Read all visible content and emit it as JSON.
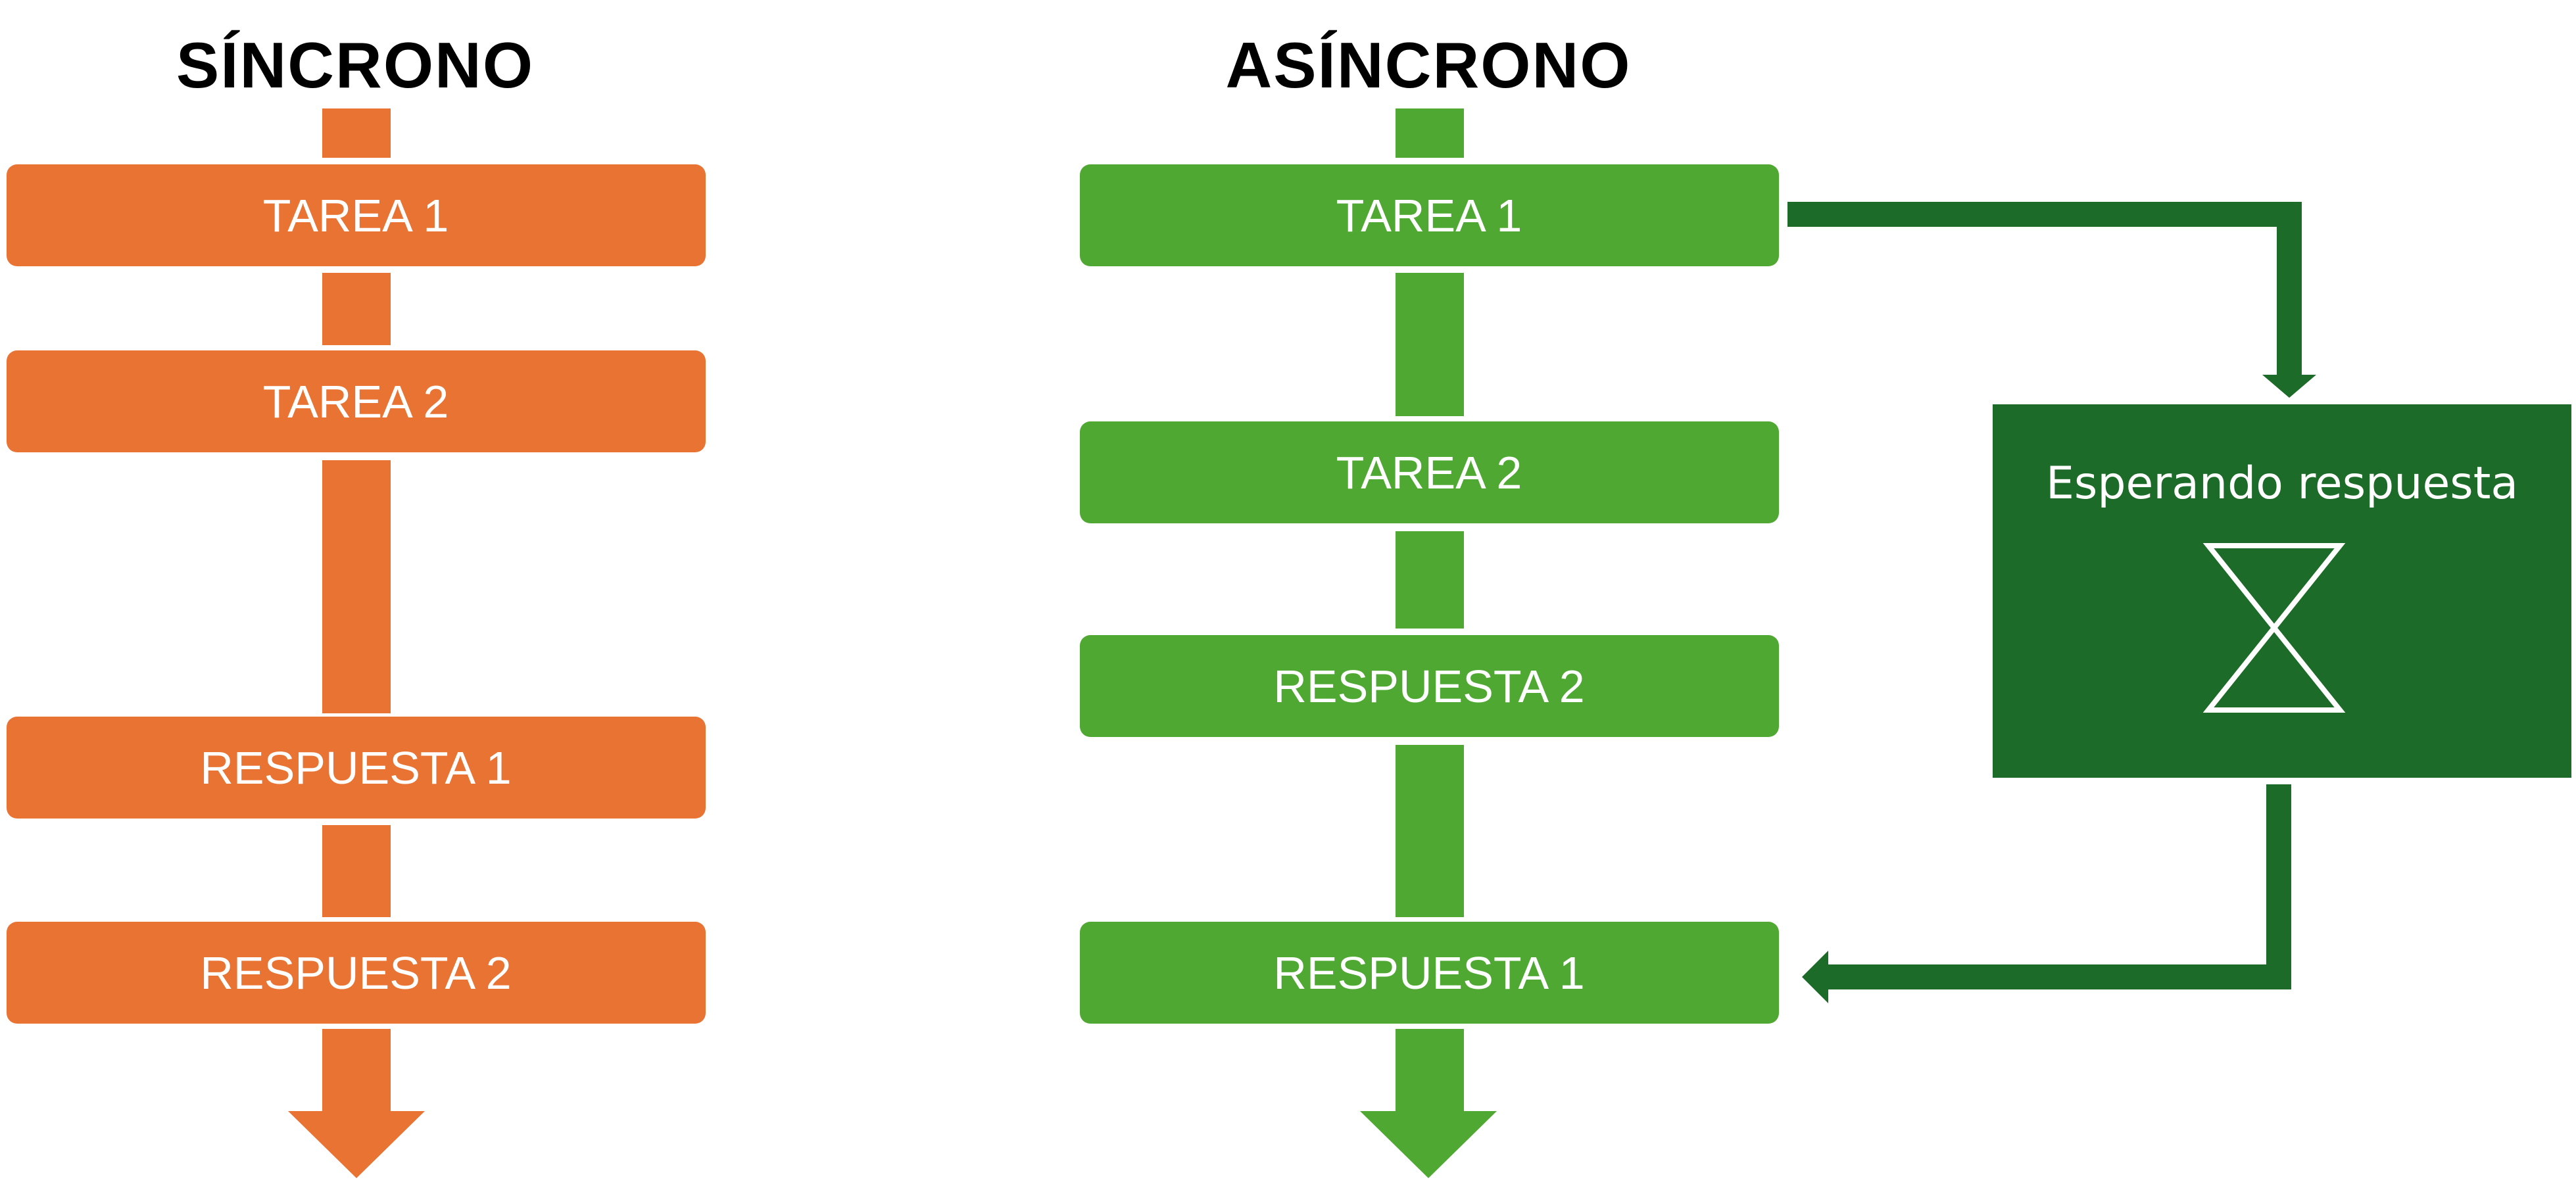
{
  "colors": {
    "sync_accent": "#E97333",
    "async_accent": "#4FA832",
    "wait_accent": "#1D6B28",
    "box_text": "#ffffff",
    "title_text": "#000000"
  },
  "sync": {
    "title": "SÍNCRONO",
    "steps": [
      "TAREA 1",
      "TAREA 2",
      "RESPUESTA 1",
      "RESPUESTA 2"
    ]
  },
  "async": {
    "title": "ASÍNCRONO",
    "steps": [
      "TAREA 1",
      "TAREA 2",
      "RESPUESTA 2",
      "RESPUESTA 1"
    ],
    "waiting": {
      "label": "Esperando respuesta",
      "icon": "hourglass-icon"
    }
  }
}
